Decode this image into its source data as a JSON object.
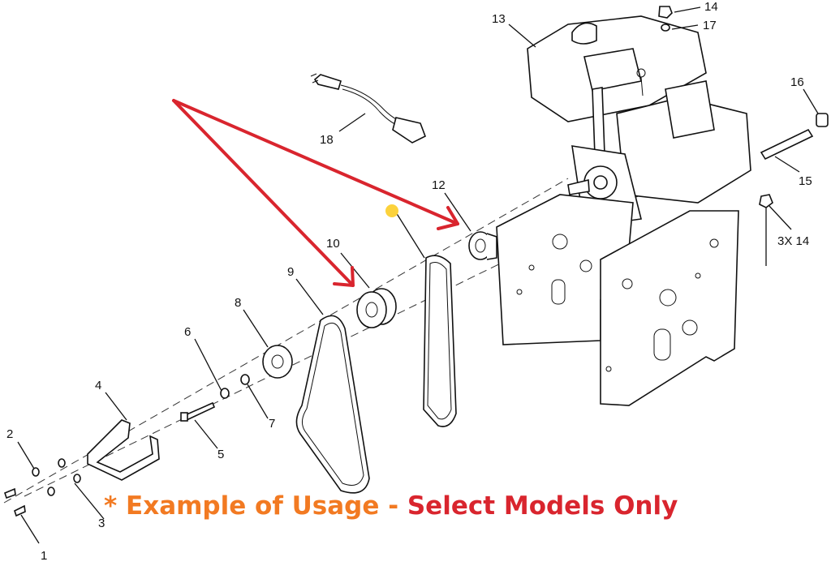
{
  "diagram": {
    "callouts": {
      "c1": "1",
      "c2": "2",
      "c3": "3",
      "c4": "4",
      "c5": "5",
      "c6": "6",
      "c7": "7",
      "c8": "8",
      "c9": "9",
      "c10": "10",
      "c12": "12",
      "c13": "13",
      "c14": "14",
      "c15": "15",
      "c16": "16",
      "c17": "17",
      "c18": "18",
      "c3x14": "3X 14"
    }
  },
  "banner": {
    "star": "*",
    "example": "Example of Usage",
    "dash": "-",
    "models": "Select Models Only"
  },
  "colors": {
    "arrow": "#d9252e",
    "example_text": "#f27a22",
    "models_text": "#d9252e",
    "highlight_dot": "#fcd23c"
  }
}
